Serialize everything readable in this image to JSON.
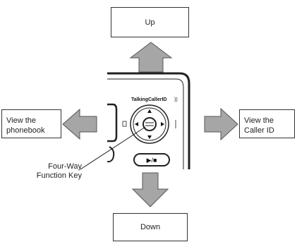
{
  "labels": {
    "up": "Up",
    "down": "Down",
    "phonebook_line1": "View the",
    "phonebook_line2": "phonebook",
    "caller_id_line1": "View the",
    "caller_id_line2": "Caller ID",
    "function_key_line1": "Four-Way",
    "function_key_line2": "Function Key",
    "device_brand": "TalkingCallerID",
    "play_stop": "▶/■"
  },
  "icons": {
    "arrow_up": "arrow-up-icon",
    "arrow_down": "arrow-down-icon",
    "arrow_left": "arrow-left-icon",
    "arrow_right": "arrow-right-icon"
  },
  "colors": {
    "arrow_fill": "#a6a6a6",
    "arrow_stroke": "#555555",
    "device_line": "#222222"
  }
}
